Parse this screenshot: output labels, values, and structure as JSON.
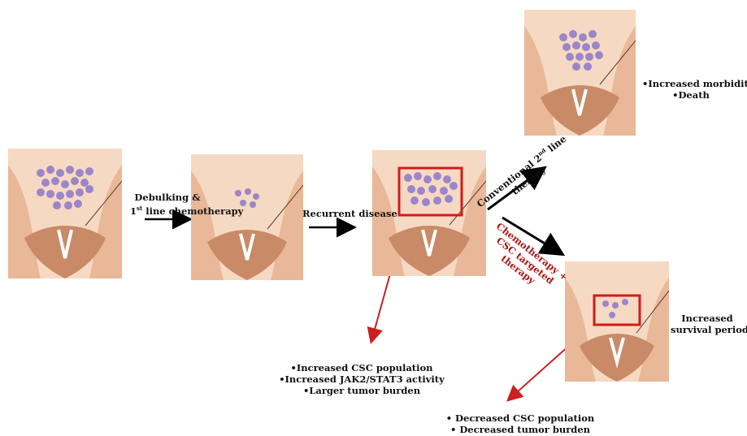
{
  "steps": {
    "step1_line1": "Debulking &",
    "step1_line2_sup": "st",
    "step1_line2_prefix": "1",
    "step1_line2_rest": " line chemotherapy",
    "step2": "Recurrent disease",
    "branch_up_line1_prefix": "Conventional 2",
    "branch_up_line1_sup": "nd",
    "branch_up_line1_rest": " line",
    "branch_up_line2": "therapy",
    "branch_down_line1": "Chemotherapy +",
    "branch_down_line2": "CSC targeted",
    "branch_down_line3": "therapy"
  },
  "outcomes": {
    "upper": [
      "•Increased morbidity",
      "•Death"
    ],
    "recurrent": [
      "•Increased CSC population",
      "•Increased JAK2/STAT3 activity",
      "•Larger tumor burden"
    ],
    "lower_right": [
      "Increased",
      "survival period"
    ],
    "lower": [
      "• Decreased  CSC population",
      "• Decreased  tumor burden"
    ]
  },
  "colors": {
    "skin_light": "#f6d9c2",
    "skin_mid": "#e9b898",
    "skin_dark": "#c98a68",
    "tumor": "#9b86c9",
    "highlight_box": "#d21a1a",
    "arrow": "#000000",
    "red_arrow": "#cc2020"
  }
}
